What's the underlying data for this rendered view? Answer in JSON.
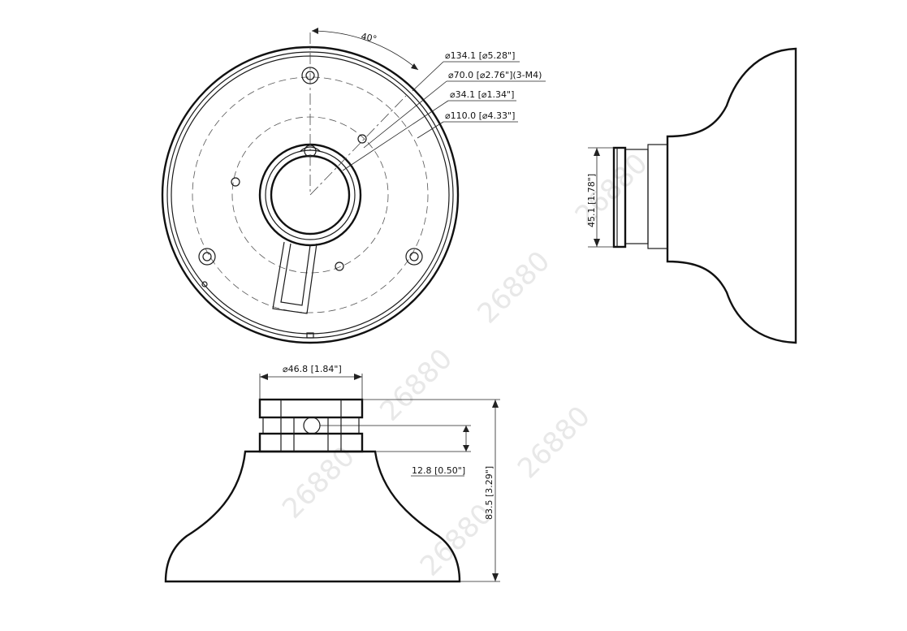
{
  "watermark": "26880",
  "labels": {
    "angle": "40°",
    "d_outer": "⌀134.1 [⌀5.28\"]",
    "d_holes": "⌀70.0 [⌀2.76\"](3-M4)",
    "d_bore": "⌀34.1 [⌀1.34\"]",
    "d_pcd": "⌀110.0 [⌀4.33\"]",
    "side_height": "45.1 [1.78\"]",
    "neck_dia": "⌀46.8 [1.84\"]",
    "neck_step": "12.8 [0.50\"]",
    "total_height": "83.5 [3.29\"]"
  }
}
